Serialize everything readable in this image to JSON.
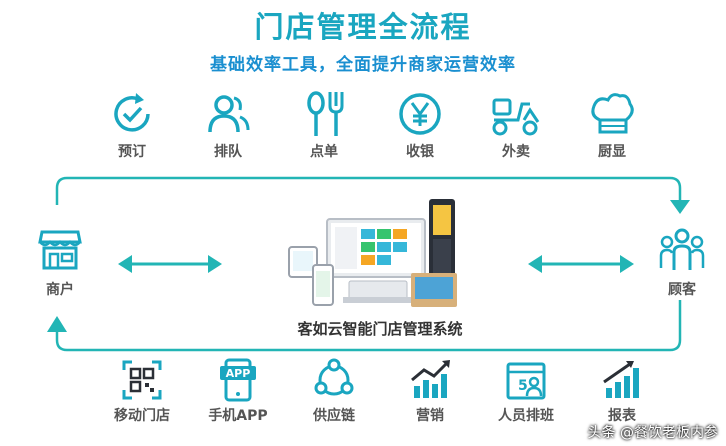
{
  "title": "门店管理全流程",
  "subtitle": "基础效率工具，全面提升商家运营效率",
  "top_icons": [
    {
      "label": "预订",
      "icon": "clock-check-icon"
    },
    {
      "label": "排队",
      "icon": "people-icon"
    },
    {
      "label": "点单",
      "icon": "fork-spoon-icon"
    },
    {
      "label": "收银",
      "icon": "yen-icon"
    },
    {
      "label": "外卖",
      "icon": "scooter-icon"
    },
    {
      "label": "厨显",
      "icon": "chef-hat-icon"
    }
  ],
  "left_node": {
    "label": "商户",
    "icon": "store-icon"
  },
  "right_node": {
    "label": "顾客",
    "icon": "customers-icon"
  },
  "center_caption": "客如云智能门店管理系统",
  "bottom_icons": [
    {
      "label": "移动门店",
      "icon": "qr-code-icon"
    },
    {
      "label": "手机APP",
      "icon": "phone-app-icon"
    },
    {
      "label": "供应链",
      "icon": "network-icon"
    },
    {
      "label": "营销",
      "icon": "bar-chart-icon"
    },
    {
      "label": "人员排班",
      "icon": "schedule-icon"
    },
    {
      "label": "报表",
      "icon": "report-icon"
    }
  ],
  "watermark": "头条 @餐饮老板内参",
  "colors": {
    "accent": "#1aa6c0",
    "teal": "#22b5b5",
    "text": "#555555"
  }
}
